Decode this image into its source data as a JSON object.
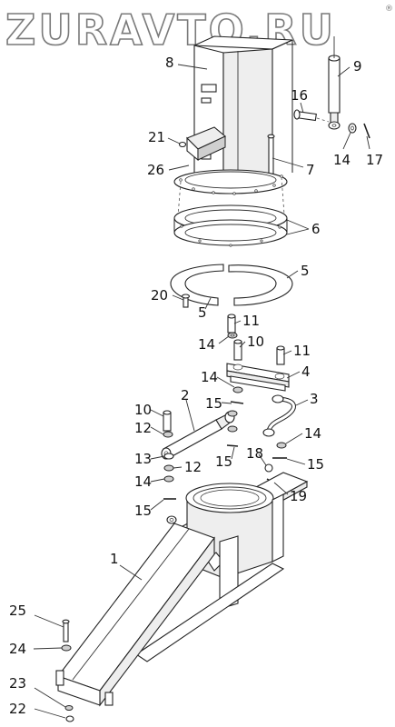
{
  "watermark": {
    "text": "ZURAVTO.RU",
    "registered_mark": "®"
  },
  "callouts": [
    {
      "id": "c-8a",
      "label": "8"
    },
    {
      "id": "c-9a",
      "label": "9"
    },
    {
      "id": "c-16a",
      "label": "16"
    },
    {
      "id": "c-21a",
      "label": "21"
    },
    {
      "id": "c-14a",
      "label": "14"
    },
    {
      "id": "c-17a",
      "label": "17"
    },
    {
      "id": "c-26a",
      "label": "26"
    },
    {
      "id": "c-7a",
      "label": "7"
    },
    {
      "id": "c-6a",
      "label": "6"
    },
    {
      "id": "c-5a",
      "label": "5"
    },
    {
      "id": "c-20a",
      "label": "20"
    },
    {
      "id": "c-5b",
      "label": "5"
    },
    {
      "id": "c-11a",
      "label": "11"
    },
    {
      "id": "c-14b",
      "label": "14"
    },
    {
      "id": "c-10a",
      "label": "10"
    },
    {
      "id": "c-11b",
      "label": "11"
    },
    {
      "id": "c-14c",
      "label": "14"
    },
    {
      "id": "c-4a",
      "label": "4"
    },
    {
      "id": "c-2a",
      "label": "2"
    },
    {
      "id": "c-15a",
      "label": "15"
    },
    {
      "id": "c-3a",
      "label": "3"
    },
    {
      "id": "c-10b",
      "label": "10"
    },
    {
      "id": "c-12a",
      "label": "12"
    },
    {
      "id": "c-14d",
      "label": "14"
    },
    {
      "id": "c-15b",
      "label": "15"
    },
    {
      "id": "c-18a",
      "label": "18"
    },
    {
      "id": "c-15c",
      "label": "15"
    },
    {
      "id": "c-13a",
      "label": "13"
    },
    {
      "id": "c-12b",
      "label": "12"
    },
    {
      "id": "c-19a",
      "label": "19"
    },
    {
      "id": "c-14e",
      "label": "14"
    },
    {
      "id": "c-15d",
      "label": "15"
    },
    {
      "id": "c-1a",
      "label": "1"
    },
    {
      "id": "c-25a",
      "label": "25"
    },
    {
      "id": "c-24a",
      "label": "24"
    },
    {
      "id": "c-23a",
      "label": "23"
    },
    {
      "id": "c-22a",
      "label": "22"
    }
  ]
}
